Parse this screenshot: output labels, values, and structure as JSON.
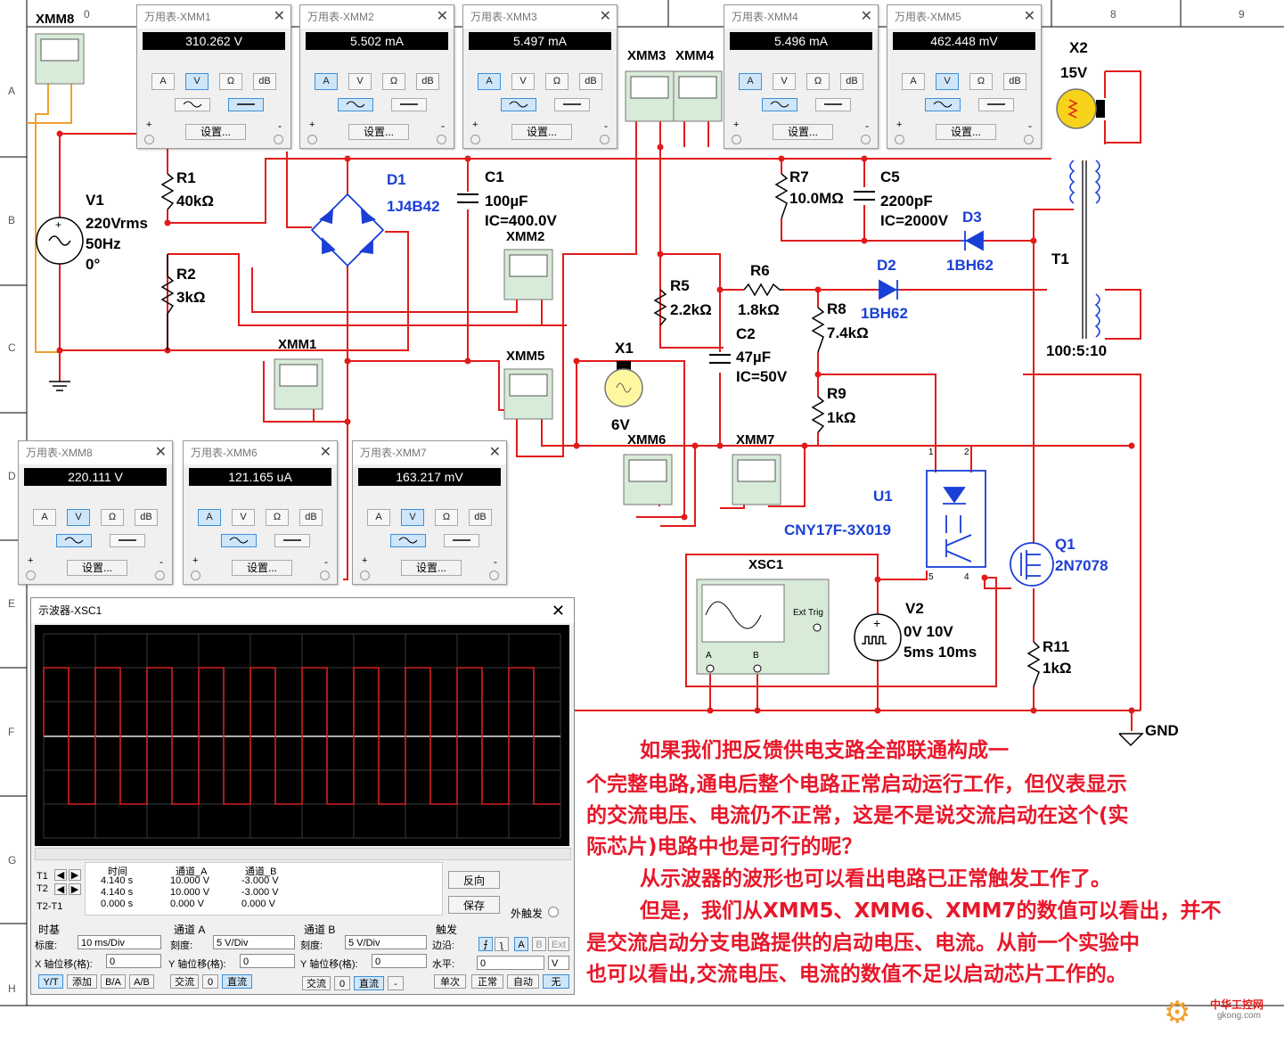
{
  "ruler": {
    "cols": [
      "0",
      "8",
      "9"
    ],
    "rows": [
      "A",
      "B",
      "C",
      "D",
      "E",
      "F",
      "G",
      "H"
    ]
  },
  "labels": {
    "xmm8": "XMM8",
    "v1": "V1",
    "v1_vrms": "220Vrms",
    "v1_hz": "50Hz",
    "v1_deg": "0°",
    "r1": "R1",
    "r1_val": "40kΩ",
    "r2": "R2",
    "r2_val": "3kΩ",
    "d1": "D1",
    "d1_val": "1J4B42",
    "c1": "C1",
    "c1_val": "100µF",
    "c1_ic": "IC=400.0V",
    "xmm2": "XMM2",
    "xmm1": "XMM1",
    "xmm5": "XMM5",
    "xmm3": "XMM3",
    "xmm4": "XMM4",
    "x1": "X1",
    "x1_val": "6V",
    "xmm6": "XMM6",
    "xmm7": "XMM7",
    "r5": "R5",
    "r5_val": "2.2kΩ",
    "r6": "R6",
    "r6_val": "1.8kΩ",
    "c2": "C2",
    "c2_val": "47µF",
    "c2_ic": "IC=50V",
    "r7": "R7",
    "r7_val": "10.0MΩ",
    "c5": "C5",
    "c5_val": "2200pF",
    "c5_ic": "IC=2000V",
    "d3": "D3",
    "d3_val": "1BH62",
    "d2": "D2",
    "d2_val": "1BH62",
    "r8": "R8",
    "r8_val": "7.4kΩ",
    "r9": "R9",
    "r9_val": "1kΩ",
    "x2": "X2",
    "x2_val": "15V",
    "t1": "T1",
    "t1_val": "100:5:10",
    "u1": "U1",
    "u1_val": "CNY17F-3X019",
    "q1": "Q1",
    "q1_val": "2N7078",
    "xsc1": "XSC1",
    "ext_trig": "Ext Trig",
    "ch_a": "A",
    "ch_b": "B",
    "v2": "V2",
    "v2_val": "0V 10V",
    "v2_t": "5ms 10ms",
    "r11": "R11",
    "r11_val": "1kΩ",
    "gnd": "GND",
    "pin1": "1",
    "pin2": "2",
    "pin4": "4",
    "pin5": "5"
  },
  "meters": [
    {
      "title": "万用表-XMM1",
      "reading": "310.262 V",
      "mode": "V",
      "wave": "dc"
    },
    {
      "title": "万用表-XMM2",
      "reading": "5.502 mA",
      "mode": "A",
      "wave": "ac"
    },
    {
      "title": "万用表-XMM3",
      "reading": "5.497 mA",
      "mode": "A",
      "wave": "ac"
    },
    {
      "title": "万用表-XMM4",
      "reading": "5.496 mA",
      "mode": "A",
      "wave": "ac"
    },
    {
      "title": "万用表-XMM5",
      "reading": "462.448 mV",
      "mode": "V",
      "wave": "ac"
    },
    {
      "title": "万用表-XMM8",
      "reading": "220.111 V",
      "mode": "V",
      "wave": "ac"
    },
    {
      "title": "万用表-XMM6",
      "reading": "121.165 uA",
      "mode": "A",
      "wave": "ac"
    },
    {
      "title": "万用表-XMM7",
      "reading": "163.217 mV",
      "mode": "V",
      "wave": "ac"
    }
  ],
  "meter_buttons": {
    "a": "A",
    "v": "V",
    "ohm": "Ω",
    "db": "dB",
    "settings": "设置...",
    "plus": "+",
    "minus": "-"
  },
  "scope": {
    "title": "示波器-XSC1",
    "headers": {
      "time": "时间",
      "ch_a": "通道_A",
      "ch_b": "通道_B"
    },
    "rows": [
      {
        "label": "T1",
        "time": "4.140 s",
        "a": "10.000 V",
        "b": "-3.000 V"
      },
      {
        "label": "T2",
        "time": "4.140 s",
        "a": "10.000 V",
        "b": "-3.000 V"
      },
      {
        "label": "T2-T1",
        "time": "0.000 s",
        "a": "0.000 V",
        "b": "0.000 V"
      }
    ],
    "reverse": "反向",
    "save": "保存",
    "ext_trig": "外触发",
    "timebase": {
      "group": "时基",
      "scale_lbl": "标度:",
      "scale": "10 ms/Div",
      "xpos_lbl": "X 轴位移(格):",
      "xpos": "0",
      "yt": "Y/T",
      "add": "添加",
      "ba": "B/A",
      "ab": "A/B"
    },
    "chanA": {
      "group": "通道 A",
      "scale_lbl": "刻度:",
      "scale": "5 V/Div",
      "ypos_lbl": "Y 轴位移(格):",
      "ypos": "0",
      "ac": "交流",
      "zero": "0",
      "dc": "直流"
    },
    "chanB": {
      "group": "通道 B",
      "scale_lbl": "刻度:",
      "scale": "5 V/Div",
      "ypos_lbl": "Y 轴位移(格):",
      "ypos": "0",
      "ac": "交流",
      "zero": "0",
      "dc": "直流",
      "minus": "-"
    },
    "trigger": {
      "group": "触发",
      "edge_lbl": "边沿:",
      "level_lbl": "水平:",
      "level": "0",
      "unit": "V",
      "a": "A",
      "b": "B",
      "ext": "Ext",
      "single": "单次",
      "normal": "正常",
      "auto": "自动",
      "none": "无"
    }
  },
  "notes": [
    "如果我们把反馈供电支路全部联通构成一",
    "个完整电路,通电后整个电路正常启动运行工作，但仪表显示",
    "的交流电压、电流仍不正常，这是不是说交流启动在这个(实",
    "际芯片)电路中也是可行的呢？",
    "从示波器的波形也可以看出电路已正常触发工作了。",
    "但是，我们从XMM5、XMM6、XMM7的数值可以看出，并不",
    "是交流启动分支电路提供的启动电压、电流。从前一个实验中",
    "也可以看出,交流电压、电流的数值不足以启动芯片工作的。"
  ],
  "watermark": {
    "line1": "中华工控网",
    "line2": "gkong.com"
  },
  "colors": {
    "wire": "#e21b1b",
    "label": "#000000",
    "part_blue": "#1a3fd6",
    "note": "#e8172a",
    "orange_wire": "#f0a030"
  }
}
